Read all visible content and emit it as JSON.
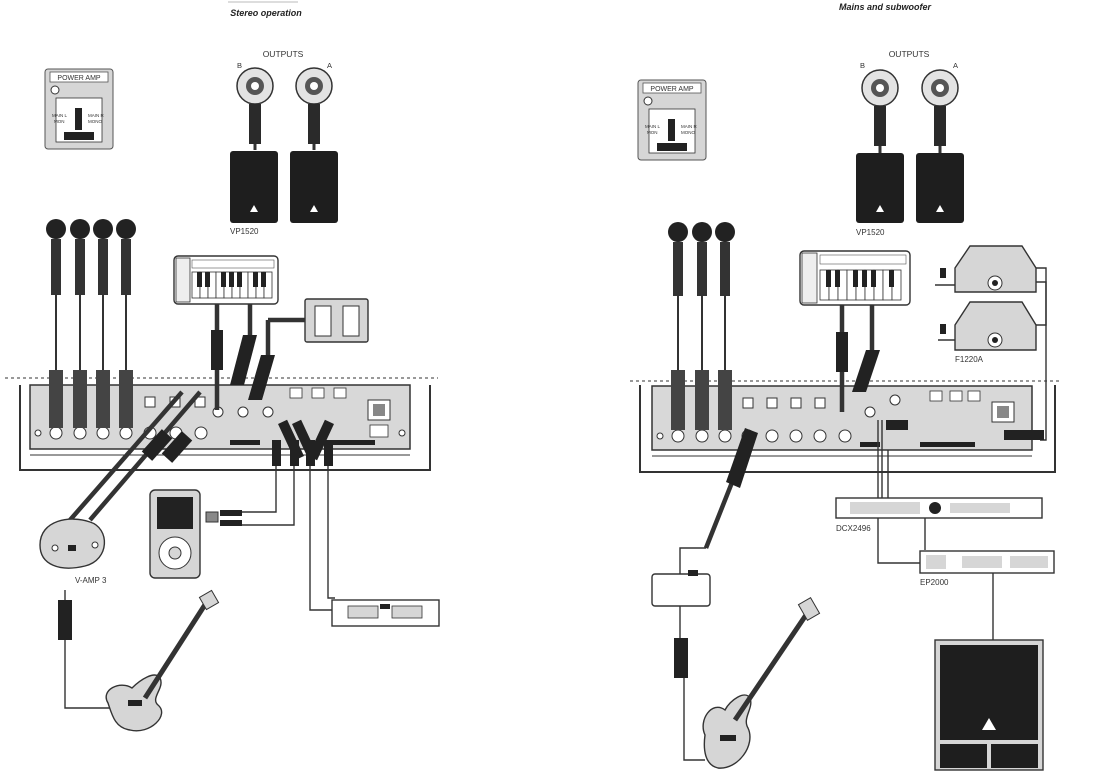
{
  "captions": {
    "left": "Stereo operation",
    "right": "Mains and subwoofer"
  },
  "left": {
    "outputs_label": "OUTPUTS",
    "output_b": "B",
    "output_a": "A",
    "power_amp_title": "POWER AMP",
    "switch_left_label_1": "MAIN L",
    "switch_left_label_2": "MON",
    "switch_right_label_1": "MAIN R",
    "switch_right_label_2": "MONO",
    "speaker_model": "VP1520",
    "guitar_fx_model": "V-AMP 3"
  },
  "right": {
    "outputs_label": "OUTPUTS",
    "output_b": "B",
    "output_a": "A",
    "power_amp_title": "POWER AMP",
    "switch_left_label_1": "MAIN L",
    "switch_left_label_2": "MON",
    "switch_right_label_1": "MAIN R",
    "switch_right_label_2": "MONO",
    "speaker_model": "VP1520",
    "monitor_model": "F1220A",
    "crossover_model": "DCX2496",
    "amp_model": "EP2000"
  },
  "colors": {
    "ink": "#222222",
    "panel": "#d6d6d6",
    "device": "#1e1e1e",
    "cable": "#333333"
  }
}
